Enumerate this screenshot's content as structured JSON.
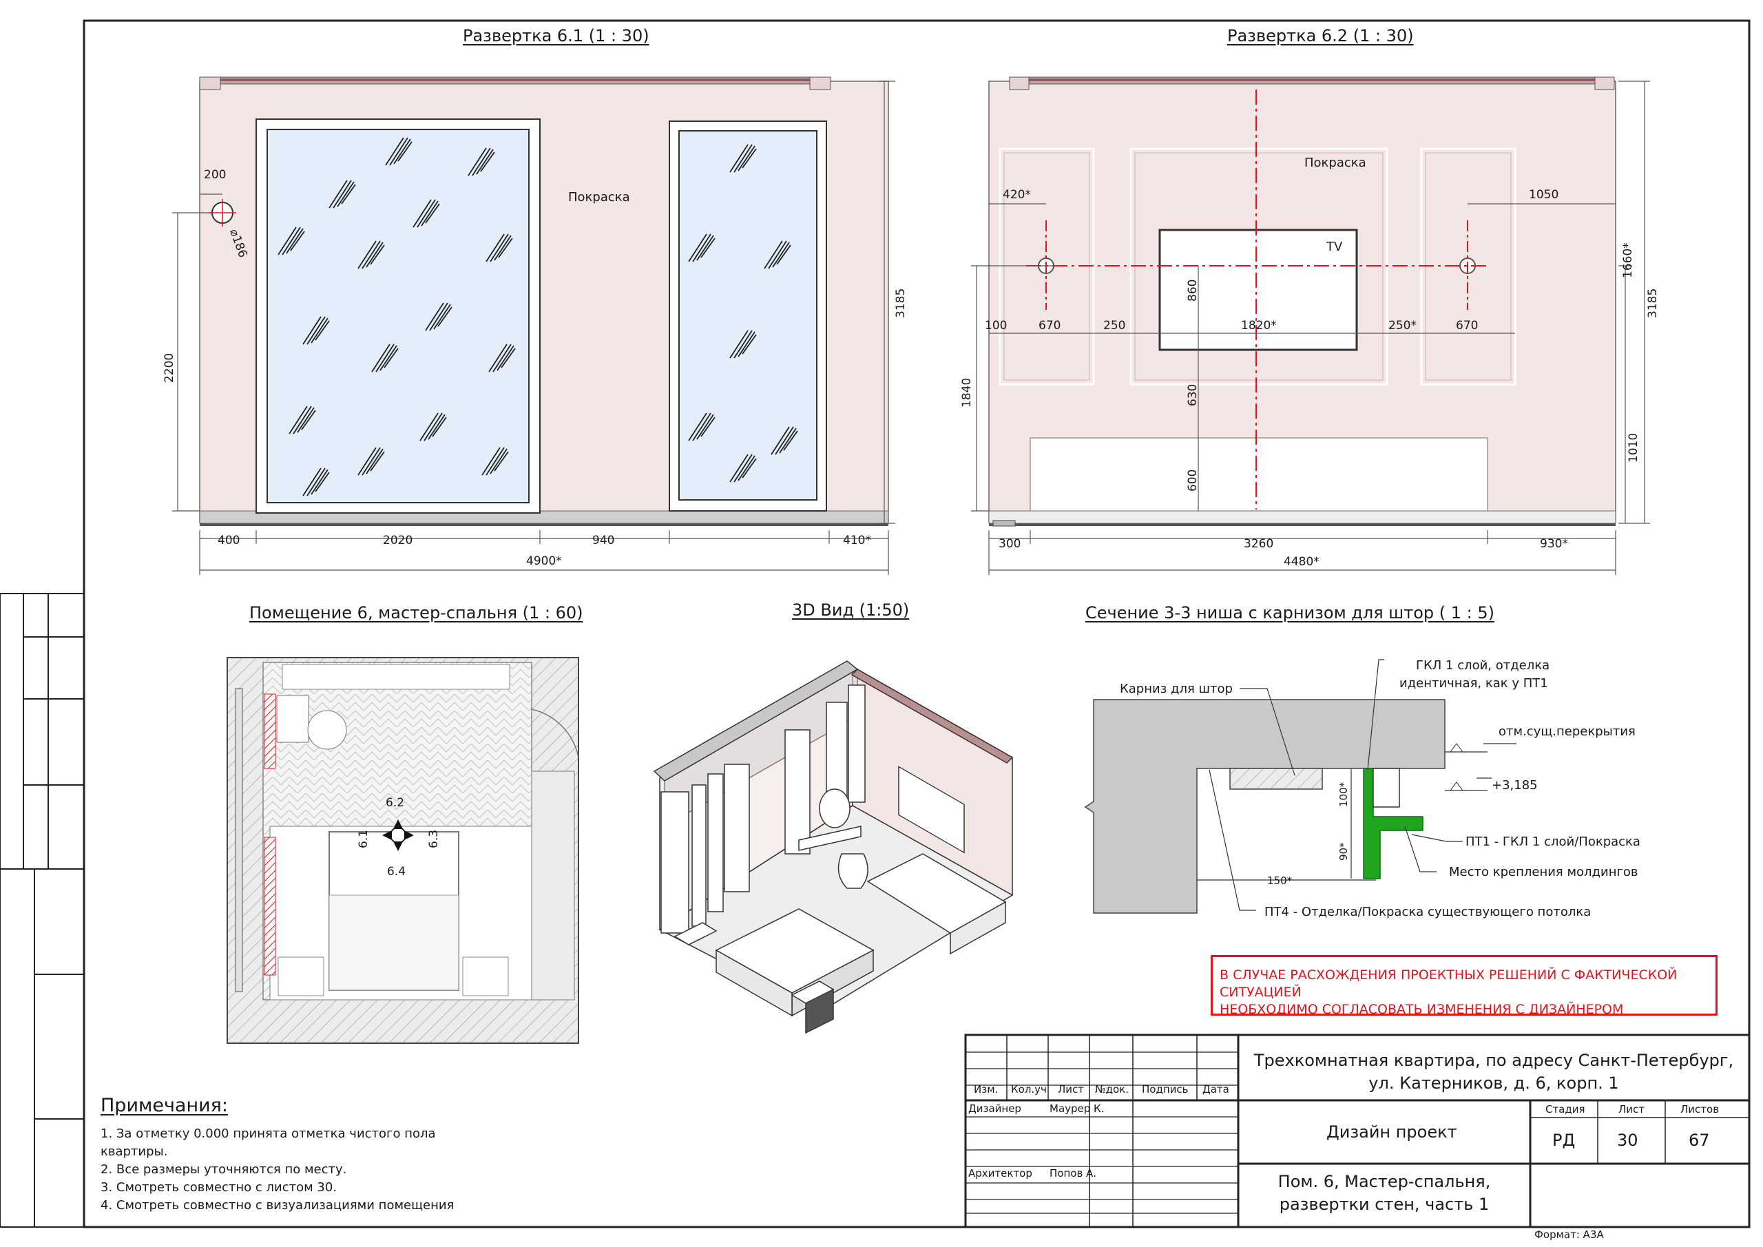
{
  "views": {
    "elev1_title": "Развертка 6.1 (1 : 30)",
    "elev2_title": "Развертка 6.2 (1 : 30)",
    "plan_title": "Помещение 6, мастер-спальня (1 : 60)",
    "iso_title": "3D  Вид (1:50)",
    "section_title": "Сечение 3-3 ниша с карнизом для штор ( 1 : 5)"
  },
  "elev1": {
    "paint": "Покраска",
    "dims": {
      "d200": "200",
      "d186": "⌀186",
      "d2200": "2200",
      "d3185": "3185",
      "d400": "400",
      "d2020": "2020",
      "d940": "940",
      "d410": "410*",
      "d4900": "4900*"
    }
  },
  "elev2": {
    "paint": "Покраска",
    "tv": "TV",
    "dims": {
      "d420": "420*",
      "d1050": "1050",
      "d1660": "1660*",
      "d3185": "3185",
      "d860": "860",
      "d100": "100",
      "d670a": "670",
      "d250a": "250",
      "d1820": "1820*",
      "d250b": "250*",
      "d670b": "670",
      "d1840": "1840",
      "d630": "630",
      "d600": "600",
      "d1010": "1010",
      "d300": "300",
      "d3260": "3260",
      "d930": "930*",
      "d4480": "4480*"
    }
  },
  "plan": {
    "m62": "6.2",
    "m61": "6.1",
    "m63": "6.3",
    "m64": "6.4"
  },
  "section": {
    "cornice": "Карниз для штор",
    "gkl_l1": "ГКЛ 1 слой, отделка",
    "gkl_l2": "идентичная, как у ПТ1",
    "level": "отм.сущ.перекрытия",
    "elev": "+3,185",
    "d100": "100*",
    "d90": "90*",
    "d150": "150*",
    "pt1": "ПТ1 - ГКЛ 1 слой/Покраска",
    "molding": "Место крепления молдингов",
    "pt4": "ПТ4 - Отделка/Покраска существующего потолка"
  },
  "warning": {
    "line1": "В СЛУЧАЕ РАСХОЖДЕНИЯ ПРОЕКТНЫХ РЕШЕНИЙ С ФАКТИЧЕСКОЙ СИТУАЦИЕЙ",
    "line2": "НЕОБХОДИМО СОГЛАСОВАТЬ ИЗМЕНЕНИЯ С ДИЗАЙНЕРОМ"
  },
  "notes": {
    "title": "Примечания:",
    "items": [
      "1.   За отметку 0.000 принята отметка чистого пола",
      "       квартиры.",
      "2.   Все размеры уточняются по месту.",
      "3.   Смотреть совместно с листом  30.",
      "4.   Смотреть совместно с визуализациями помещения"
    ]
  },
  "stamp": {
    "cols": [
      "Изм.",
      "Кол.уч",
      "Лист",
      "№док.",
      "Подпись",
      "Дата"
    ],
    "designer_role": "Дизайнер",
    "designer_name": "Маурер К.",
    "architect_role": "Архитектор",
    "architect_name": "Попов А.",
    "address_l1": "Трехкомнатная квартира, по адресу Санкт-Петербург,",
    "address_l2": "ул. Катерников, д. 6, корп. 1",
    "project": "Дизайн проект",
    "stage_label": "Стадия",
    "sheet_label": "Лист",
    "sheets_label": "Листов",
    "stage": "РД",
    "sheet": "30",
    "sheets": "67",
    "sheet_title_l1": "Пом. 6, Мастер-спальня,",
    "sheet_title_l2": "развертки стен, часть 1",
    "format": "Формат: А3А"
  },
  "colors": {
    "wall": "#f5e6e6",
    "glass": "#e3eefa",
    "section_green": "#1fa51f",
    "axis_red": "#e0141b",
    "concrete": "#c9c9c9"
  }
}
